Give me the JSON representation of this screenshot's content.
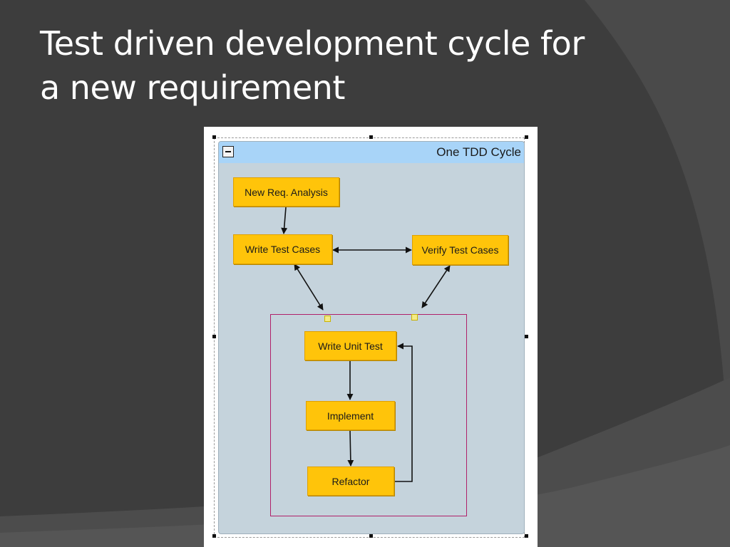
{
  "slide": {
    "title_line1": "Test driven development cycle for",
    "title_line2": "a new requirement"
  },
  "panel": {
    "title": "One TDD Cycle",
    "collapse_icon": "minus-icon"
  },
  "nodes": {
    "new_req_analysis": "New Req. Analysis",
    "write_test_cases": "Write Test Cases",
    "verify_test_cases": "Verify Test Cases",
    "write_unit_test": "Write Unit Test",
    "implement": "Implement",
    "refactor": "Refactor"
  },
  "edges": [
    {
      "from": "New Req. Analysis",
      "to": "Write Test Cases",
      "direction": "forward"
    },
    {
      "from": "Write Test Cases",
      "to": "Verify Test Cases",
      "direction": "both"
    },
    {
      "from": "Write Test Cases",
      "to": "Write Unit Test group",
      "direction": "both"
    },
    {
      "from": "Verify Test Cases",
      "to": "Write Unit Test group",
      "direction": "both"
    },
    {
      "from": "Write Unit Test",
      "to": "Implement",
      "direction": "forward"
    },
    {
      "from": "Implement",
      "to": "Refactor",
      "direction": "forward"
    },
    {
      "from": "Refactor",
      "to": "Write Unit Test",
      "direction": "forward"
    }
  ],
  "colors": {
    "background": "#3d3d3d",
    "panel": "#c5d3dc",
    "panel_header": "#a8d4f8",
    "node": "#ffc40a",
    "group_border": "#b0206a"
  }
}
